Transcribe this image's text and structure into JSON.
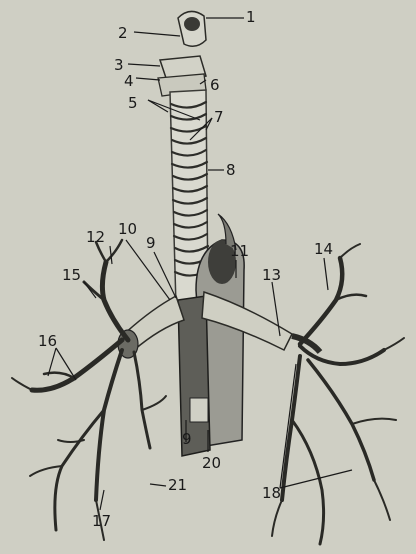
{
  "labels": [
    {
      "id": "1",
      "text": "1"
    },
    {
      "id": "2",
      "text": "2"
    },
    {
      "id": "3",
      "text": "3"
    },
    {
      "id": "4",
      "text": "4"
    },
    {
      "id": "5",
      "text": "5"
    },
    {
      "id": "6",
      "text": "6"
    },
    {
      "id": "7",
      "text": "7"
    },
    {
      "id": "8",
      "text": "8"
    },
    {
      "id": "9a",
      "text": "9"
    },
    {
      "id": "9b",
      "text": "9"
    },
    {
      "id": "10",
      "text": "10"
    },
    {
      "id": "11",
      "text": "11"
    },
    {
      "id": "12",
      "text": "12"
    },
    {
      "id": "13",
      "text": "13"
    },
    {
      "id": "14",
      "text": "14"
    },
    {
      "id": "15",
      "text": "15"
    },
    {
      "id": "16",
      "text": "16"
    },
    {
      "id": "17",
      "text": "17"
    },
    {
      "id": "18",
      "text": "18"
    },
    {
      "id": "20",
      "text": "20"
    },
    {
      "id": "21",
      "text": "21"
    }
  ],
  "colors": {
    "background": "#cfcfc4",
    "ink": "#1a1a1a",
    "cartilage": "#d9d9cf",
    "esophagus": "#5e5e58"
  }
}
